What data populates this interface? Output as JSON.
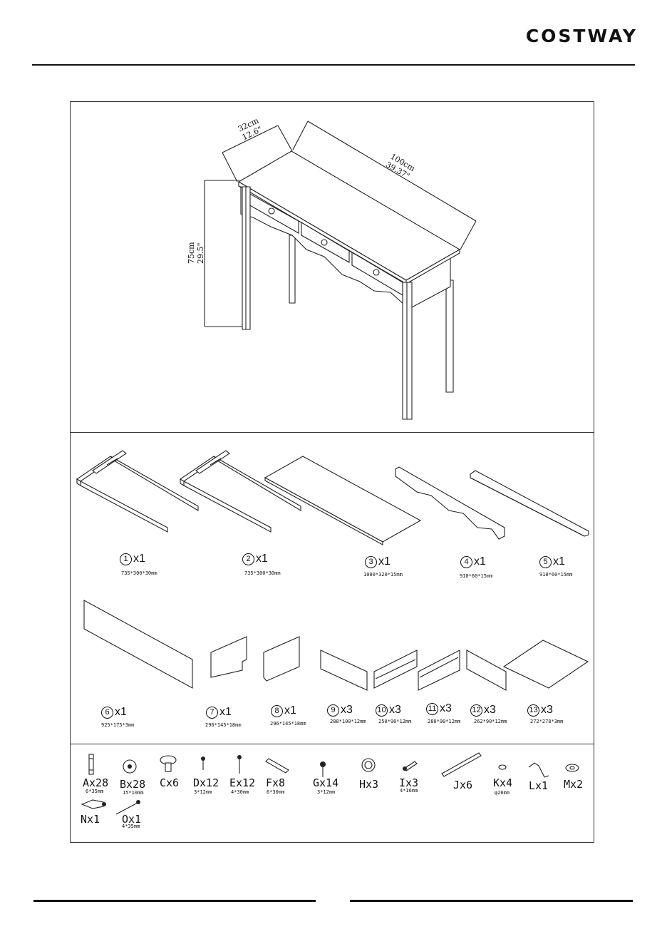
{
  "header": {
    "brand": "COSTWAY"
  },
  "overview": {
    "depth": {
      "cm": "32cm",
      "in": "12.6\""
    },
    "width": {
      "cm": "100cm",
      "in": "39.37\""
    },
    "height": {
      "cm": "75cm",
      "in": "29.5\""
    }
  },
  "parts": [
    {
      "num": "1",
      "qty": "x1",
      "dim": "735*300*30mm"
    },
    {
      "num": "2",
      "qty": "x1",
      "dim": "735*300*30mm"
    },
    {
      "num": "3",
      "qty": "x1",
      "dim": "1000*320*15mm"
    },
    {
      "num": "4",
      "qty": "x1",
      "dim": "910*60*15mm"
    },
    {
      "num": "5",
      "qty": "x1",
      "dim": "910*60*15mm"
    },
    {
      "num": "6",
      "qty": "x1",
      "dim": "925*175*3mm"
    },
    {
      "num": "7",
      "qty": "x1",
      "dim": "296*145*18mm"
    },
    {
      "num": "8",
      "qty": "x1",
      "dim": "296*145*18mm"
    },
    {
      "num": "9",
      "qty": "x3",
      "dim": "288*100*12mm"
    },
    {
      "num": "10",
      "qty": "x3",
      "dim": "250*90*12mm"
    },
    {
      "num": "11",
      "qty": "x3",
      "dim": "280*90*12mm"
    },
    {
      "num": "12",
      "qty": "x3",
      "dim": "262*90*12mm"
    },
    {
      "num": "13",
      "qty": "x3",
      "dim": "272*278*3mm"
    }
  ],
  "hardware": [
    {
      "label": "Ax28",
      "dim": "6*35mm",
      "icon": "dowel-icon"
    },
    {
      "label": "Bx28",
      "dim": "15*10mm",
      "icon": "cam-lock-icon"
    },
    {
      "label": "Cx6",
      "dim": "",
      "icon": "knob-icon"
    },
    {
      "label": "Dx12",
      "dim": "3*12mm",
      "icon": "short-screw-icon"
    },
    {
      "label": "Ex12",
      "dim": "4*30mm",
      "icon": "screw-icon"
    },
    {
      "label": "Fx8",
      "dim": "6*30mm",
      "icon": "wooden-dowel-icon"
    },
    {
      "label": "Gx14",
      "dim": "3*12mm",
      "icon": "flat-screw-icon"
    },
    {
      "label": "Hx3",
      "dim": "",
      "icon": "drawer-knob-icon"
    },
    {
      "label": "Ix3",
      "dim": "4*16mm",
      "icon": "bolt-icon"
    },
    {
      "label": "Jx6",
      "dim": "",
      "icon": "rod-icon"
    },
    {
      "label": "Kx4",
      "dim": "φ20mm",
      "icon": "cap-icon"
    },
    {
      "label": "Lx1",
      "dim": "",
      "icon": "allen-key-icon"
    },
    {
      "label": "Mx2",
      "dim": "",
      "icon": "washer-icon"
    },
    {
      "label": "Nx1",
      "dim": "",
      "icon": "wall-anchor-icon"
    },
    {
      "label": "Ox1",
      "dim": "4*35mm",
      "icon": "long-screw-icon"
    }
  ]
}
